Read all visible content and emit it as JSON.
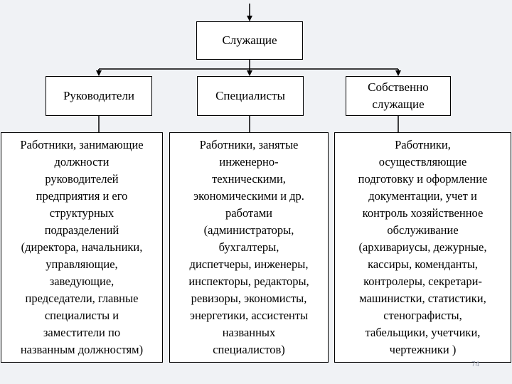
{
  "root": {
    "label": "Служащие"
  },
  "categories": [
    {
      "label": "Руководители",
      "description": "Работники, занимающие\nдолжности\nруководителей\nпредприятия и его\nструктурных\nподразделений\n(директора, начальники,\nуправляющие,\nзаведующие,\nпредседатели, главные\nспециалисты и\nзаместители по\nназванным должностям)"
    },
    {
      "label": "Специалисты",
      "description": "Работники, занятые\nинженерно-\nтехническими,\nэкономическими и др.\nработами\n(администраторы,\nбухгалтеры,\nдиспетчеры, инженеры,\nинспекторы, редакторы,\nревизоры, экономисты,\nэнергетики, ассистенты\nназванных\nспециалистов)"
    },
    {
      "label": "Собственно\nслужащие",
      "description": "Работники,\nосуществляющие\nподготовку и оформление\nдокументации, учет и\nконтроль хозяйственное\nобслуживание\n(архивариусы, дежурные,\nкассиры, коменданты,\nконтролеры, секретари-\nмашинистки, статистики,\nстенографисты,\nтабельщики, учетчики,\nчертежники )"
    }
  ],
  "page_number": "74"
}
